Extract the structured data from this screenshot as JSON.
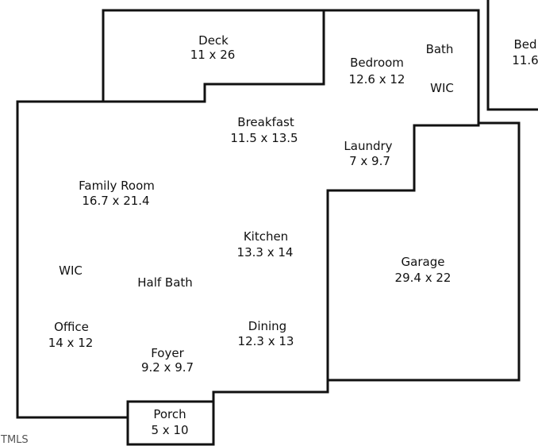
{
  "rooms": [
    {
      "name": "Deck",
      "dims": "11 x 26"
    },
    {
      "name": "Bedroom",
      "dims": "12.6 x 12"
    },
    {
      "name": "Bath",
      "dims": ""
    },
    {
      "name": "WIC",
      "dims": ""
    },
    {
      "name": "Bed",
      "dims": "11.6"
    },
    {
      "name": "Breakfast",
      "dims": "11.5 x 13.5"
    },
    {
      "name": "Laundry",
      "dims": "7 x 9.7"
    },
    {
      "name": "Family Room",
      "dims": "16.7 x 21.4"
    },
    {
      "name": "Kitchen",
      "dims": "13.3 x 14"
    },
    {
      "name": "Garage",
      "dims": "29.4 x 22"
    },
    {
      "name": "WIC",
      "dims": ""
    },
    {
      "name": "Half Bath",
      "dims": ""
    },
    {
      "name": "Office",
      "dims": "14 x 12"
    },
    {
      "name": "Dining",
      "dims": "12.3 x 13"
    },
    {
      "name": "Foyer",
      "dims": "9.2 x 9.7"
    },
    {
      "name": "Porch",
      "dims": "5 x 10"
    }
  ],
  "watermark": "TMLS"
}
